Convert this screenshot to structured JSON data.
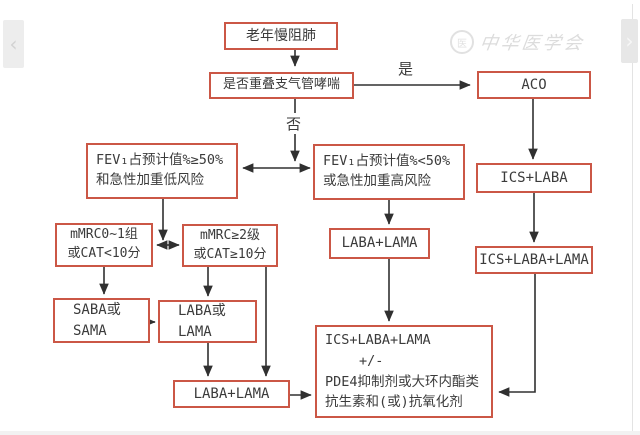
{
  "colors": {
    "box_border": "#cb5746",
    "node_text": "#3b3b3b",
    "connector_line": "#303030",
    "watermark_gray": "#d6d6d6"
  },
  "watermark": {
    "text": "中华医学会"
  },
  "nav": {
    "prev": "‹",
    "next": "›"
  },
  "labels": {
    "yes": "是",
    "no": "否"
  },
  "nodes": {
    "root": {
      "text": "老年慢阻肺"
    },
    "asthma": {
      "text": "是否重叠支气管哮喘"
    },
    "aco": {
      "text": "ACO"
    },
    "fev_low": {
      "line1": "FEV₁占预计值%≥50%",
      "line2": "和急性加重低风险"
    },
    "fev_high": {
      "line1": "FEV₁占预计值%<50%",
      "line2": "或急性加重高风险"
    },
    "mmrc_low": {
      "line1": "mMRC0~1组",
      "line2": "或CAT<10分"
    },
    "mmrc_high": {
      "line1": "mMRC≥2级",
      "line2": "或CAT≥10分"
    },
    "saba_sama": {
      "line1": "SABA或",
      "line2": "SAMA"
    },
    "laba_or_lama": {
      "line1": "LABA或",
      "line2": "LAMA"
    },
    "laba_lama_left": {
      "text": "LABA+LAMA"
    },
    "laba_lama_mid": {
      "text": "LABA+LAMA"
    },
    "ics_laba": {
      "text": "ICS+LABA"
    },
    "ics_laba_lama": {
      "text": "ICS+LABA+LAMA"
    },
    "final": {
      "line1": "ICS+LABA+LAMA",
      "line2": "+/-",
      "line3": "PDE4抑制剂或大环内酯类",
      "line4": "抗生素和(或)抗氧化剂"
    }
  }
}
